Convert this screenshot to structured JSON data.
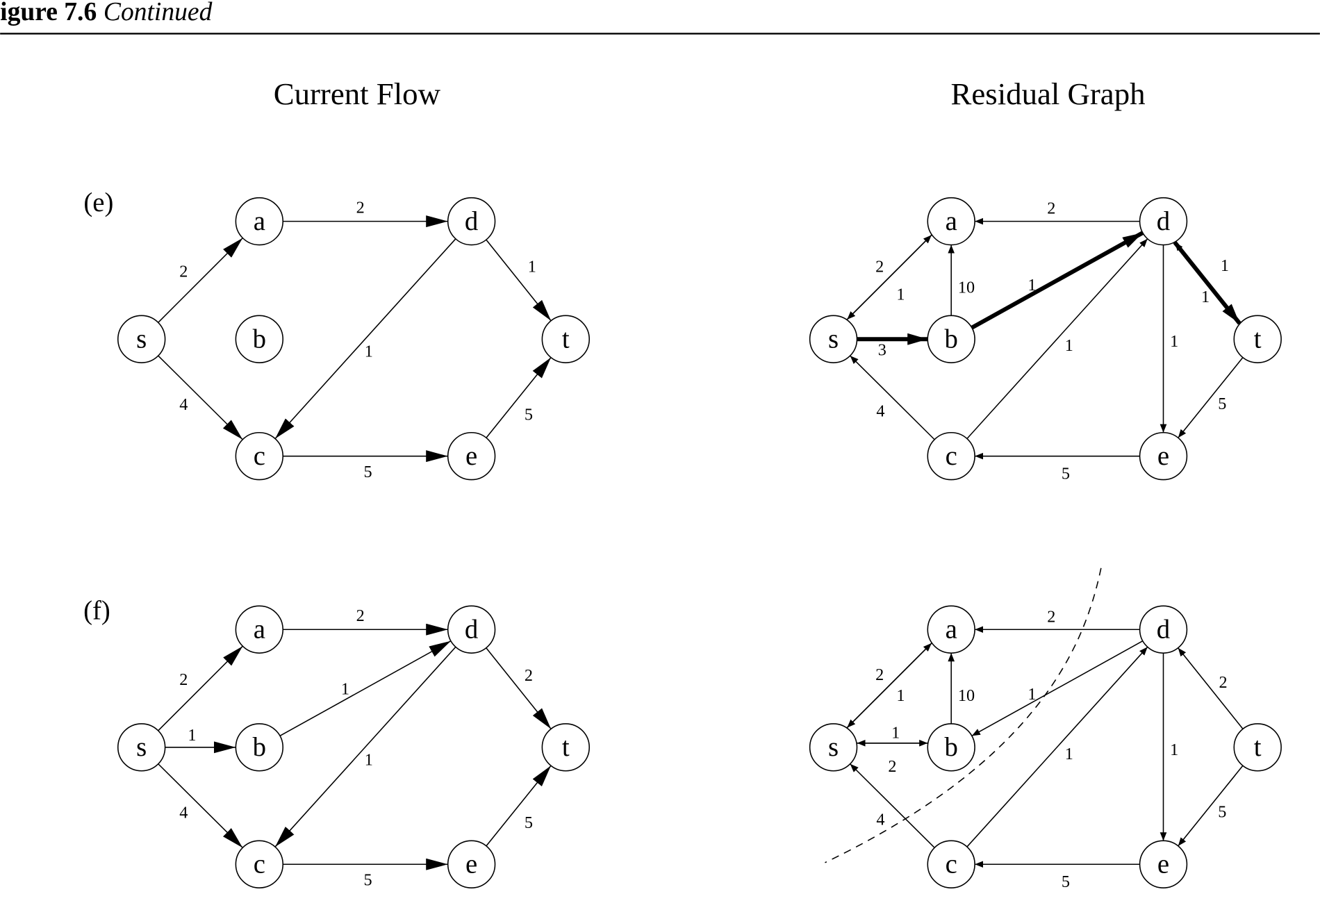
{
  "header": {
    "figure": "igure 7.6",
    "caption": "Continued"
  },
  "columns": {
    "left": "Current Flow",
    "right": "Residual Graph"
  },
  "panels": [
    "(e)",
    "(f)"
  ],
  "node_names": [
    "s",
    "a",
    "b",
    "c",
    "d",
    "e",
    "t"
  ],
  "graphs": [
    {
      "name": "e-current-flow",
      "edges": [
        {
          "from": "s",
          "to": "a",
          "label": "2"
        },
        {
          "from": "s",
          "to": "c",
          "label": "4"
        },
        {
          "from": "a",
          "to": "d",
          "label": "2"
        },
        {
          "from": "d",
          "to": "t",
          "label": "1"
        },
        {
          "from": "d",
          "to": "c",
          "label": "1"
        },
        {
          "from": "c",
          "to": "e",
          "label": "5"
        },
        {
          "from": "e",
          "to": "t",
          "label": "5"
        }
      ]
    },
    {
      "name": "e-residual-graph",
      "edges": [
        {
          "from": "d",
          "to": "a",
          "label": "2"
        },
        {
          "from": "a",
          "to": "s",
          "label": "2"
        },
        {
          "from": "s",
          "to": "a",
          "label": "1"
        },
        {
          "from": "b",
          "to": "a",
          "label": "10"
        },
        {
          "from": "s",
          "to": "b",
          "label": "3",
          "augmenting": true
        },
        {
          "from": "b",
          "to": "d",
          "label": "1",
          "augmenting": true
        },
        {
          "from": "c",
          "to": "d",
          "label": "1"
        },
        {
          "from": "c",
          "to": "s",
          "label": "4"
        },
        {
          "from": "d",
          "to": "e",
          "label": "1"
        },
        {
          "from": "d",
          "to": "t",
          "label": "1",
          "augmenting": true
        },
        {
          "from": "t",
          "to": "d",
          "label": "1"
        },
        {
          "from": "t",
          "to": "e",
          "label": "5"
        },
        {
          "from": "e",
          "to": "c",
          "label": "5"
        }
      ]
    },
    {
      "name": "f-current-flow",
      "edges": [
        {
          "from": "s",
          "to": "a",
          "label": "2"
        },
        {
          "from": "s",
          "to": "b",
          "label": "1"
        },
        {
          "from": "s",
          "to": "c",
          "label": "4"
        },
        {
          "from": "a",
          "to": "d",
          "label": "2"
        },
        {
          "from": "b",
          "to": "d",
          "label": "1"
        },
        {
          "from": "d",
          "to": "t",
          "label": "2"
        },
        {
          "from": "d",
          "to": "c",
          "label": "1"
        },
        {
          "from": "c",
          "to": "e",
          "label": "5"
        },
        {
          "from": "e",
          "to": "t",
          "label": "5"
        }
      ]
    },
    {
      "name": "f-residual-graph",
      "min_cut": true,
      "edges": [
        {
          "from": "d",
          "to": "a",
          "label": "2"
        },
        {
          "from": "a",
          "to": "s",
          "label": "2"
        },
        {
          "from": "s",
          "to": "a",
          "label": "1"
        },
        {
          "from": "b",
          "to": "a",
          "label": "10"
        },
        {
          "from": "d",
          "to": "b",
          "label": "1"
        },
        {
          "from": "b",
          "to": "s",
          "label": "1"
        },
        {
          "from": "s",
          "to": "b",
          "label": "2"
        },
        {
          "from": "c",
          "to": "d",
          "label": "1"
        },
        {
          "from": "c",
          "to": "s",
          "label": "4"
        },
        {
          "from": "d",
          "to": "e",
          "label": "1"
        },
        {
          "from": "t",
          "to": "d",
          "label": "2"
        },
        {
          "from": "t",
          "to": "e",
          "label": "5"
        },
        {
          "from": "e",
          "to": "c",
          "label": "5"
        }
      ]
    }
  ]
}
